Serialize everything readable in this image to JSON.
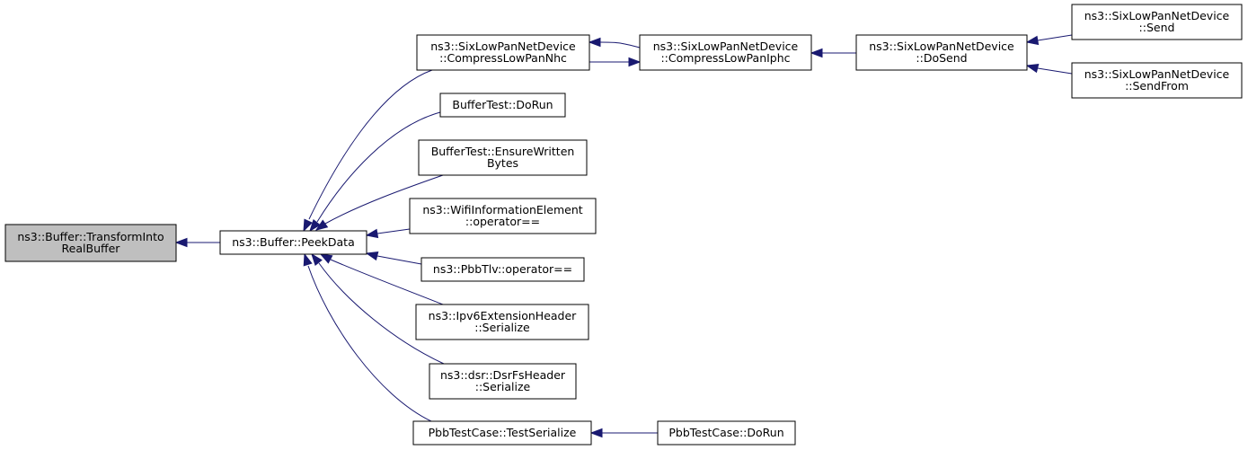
{
  "colors": {
    "edge": "#191970",
    "focus_fill": "#bfbfbf",
    "node_fill": "#ffffff",
    "node_border": "#000000"
  },
  "nodes": [
    {
      "id": "transform",
      "focus": true,
      "lines": [
        "ns3::Buffer::TransformInto",
        "RealBuffer"
      ]
    },
    {
      "id": "peekdata",
      "lines": [
        "ns3::Buffer::PeekData"
      ]
    },
    {
      "id": "compressnhc",
      "lines": [
        "ns3::SixLowPanNetDevice",
        "::CompressLowPanNhc"
      ]
    },
    {
      "id": "buftest_dorun",
      "lines": [
        "BufferTest::DoRun"
      ]
    },
    {
      "id": "ensurewritten",
      "lines": [
        "BufferTest::EnsureWritten",
        "Bytes"
      ]
    },
    {
      "id": "wifiinfo",
      "lines": [
        "ns3::WifiInformationElement",
        "::operator=="
      ]
    },
    {
      "id": "pbbtlv",
      "lines": [
        "ns3::PbbTlv::operator=="
      ]
    },
    {
      "id": "ipv6ext",
      "lines": [
        "ns3::Ipv6ExtensionHeader",
        "::Serialize"
      ]
    },
    {
      "id": "dsrfs",
      "lines": [
        "ns3::dsr::DsrFsHeader",
        "::Serialize"
      ]
    },
    {
      "id": "pbbtestserialize",
      "lines": [
        "PbbTestCase::TestSerialize"
      ]
    },
    {
      "id": "compressiphc",
      "lines": [
        "ns3::SixLowPanNetDevice",
        "::CompressLowPanIphc"
      ]
    },
    {
      "id": "dosend",
      "lines": [
        "ns3::SixLowPanNetDevice",
        "::DoSend"
      ]
    },
    {
      "id": "send",
      "lines": [
        "ns3::SixLowPanNetDevice",
        "::Send"
      ]
    },
    {
      "id": "sendfrom",
      "lines": [
        "ns3::SixLowPanNetDevice",
        "::SendFrom"
      ]
    },
    {
      "id": "pbbdorun",
      "lines": [
        "PbbTestCase::DoRun"
      ]
    }
  ],
  "edges": [
    {
      "from": "peekdata",
      "to": "transform"
    },
    {
      "from": "compressnhc",
      "to": "peekdata"
    },
    {
      "from": "buftest_dorun",
      "to": "peekdata"
    },
    {
      "from": "ensurewritten",
      "to": "peekdata"
    },
    {
      "from": "wifiinfo",
      "to": "peekdata"
    },
    {
      "from": "pbbtlv",
      "to": "peekdata"
    },
    {
      "from": "ipv6ext",
      "to": "peekdata"
    },
    {
      "from": "dsrfs",
      "to": "peekdata"
    },
    {
      "from": "pbbtestserialize",
      "to": "peekdata"
    },
    {
      "from": "compressiphc",
      "to": "compressnhc"
    },
    {
      "from": "compressnhc",
      "to": "compressiphc"
    },
    {
      "from": "dosend",
      "to": "compressiphc"
    },
    {
      "from": "send",
      "to": "dosend"
    },
    {
      "from": "sendfrom",
      "to": "dosend"
    },
    {
      "from": "pbbdorun",
      "to": "pbbtestserialize"
    }
  ]
}
